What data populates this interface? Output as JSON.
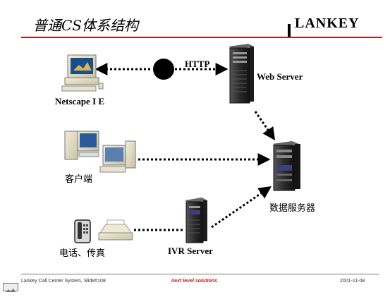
{
  "slide": {
    "title": "普通CS体系结构",
    "brand": "LANKEY"
  },
  "nodes": {
    "browser": {
      "label": "Netscape   I E",
      "icon": "desktop-computer-icon"
    },
    "web_server": {
      "label": "Web Server",
      "icon": "tower-server-icon"
    },
    "client": {
      "label": "客户端",
      "icon": "pc-workstations-icon"
    },
    "db_server": {
      "label": "数据服务器",
      "icon": "database-server-icon"
    },
    "phone": {
      "label": "电话、传真",
      "icon": "telephone-fax-icon"
    },
    "ivr_server": {
      "label": "IVR Server",
      "icon": "tower-server-icon"
    }
  },
  "edges": {
    "http_label": "HTTP"
  },
  "footer": {
    "left": "Lankey Call Center System, Slide#108",
    "slogan": "next level solutions",
    "date": "2001-11-08"
  },
  "colors": {
    "accent_rule": "#c01818",
    "server_body": "#2b2b2b",
    "connector": "#000000"
  }
}
